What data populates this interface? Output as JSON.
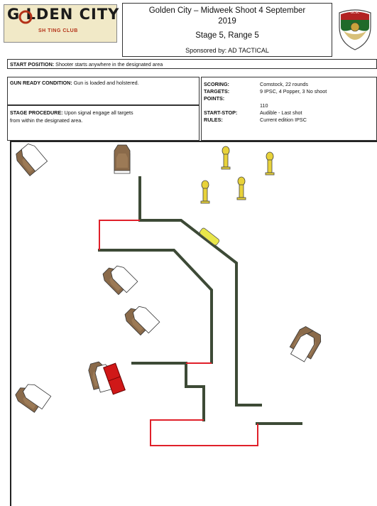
{
  "logo": {
    "main": "G  LDEN CITY",
    "sub": "SH  TING CLUB"
  },
  "header": {
    "line1": "Golden City – Midweek Shoot 4 September",
    "line2": "2019",
    "line3": "Stage 5, Range 5",
    "line4": "Sponsored by: AD TACTICAL"
  },
  "start_position": {
    "label": "START POSITION:",
    "text": "Shooter starts anywhere in the designated area"
  },
  "gun_ready": {
    "label": "GUN READY CONDITION:",
    "text": "Gun is loaded and holstered."
  },
  "stage_procedure": {
    "label": "STAGE PROCEDURE:",
    "line1": "Upon signal engage all targets",
    "line2": "from within the designated area."
  },
  "details": {
    "scoring_label": "SCORING:",
    "scoring": "Comstock, 22 rounds",
    "targets_label": "TARGETS:",
    "targets": "9 IPSC, 4 Popper, 3 No shoot",
    "points_label": "POINTS:",
    "points": "110",
    "startstop_label": "START-STOP:",
    "startstop": "Audible - Last shot",
    "rules_label": "RULES:",
    "rules": "Current edition IPSC"
  },
  "colors": {
    "wall": "#3d4a36",
    "fault_line": "#e0202a",
    "barrel": "#e9e64a",
    "popper": "#e8d23a",
    "target": "#8a6a4a",
    "noshoot": "#ffffff",
    "start_box": "#d01818"
  }
}
